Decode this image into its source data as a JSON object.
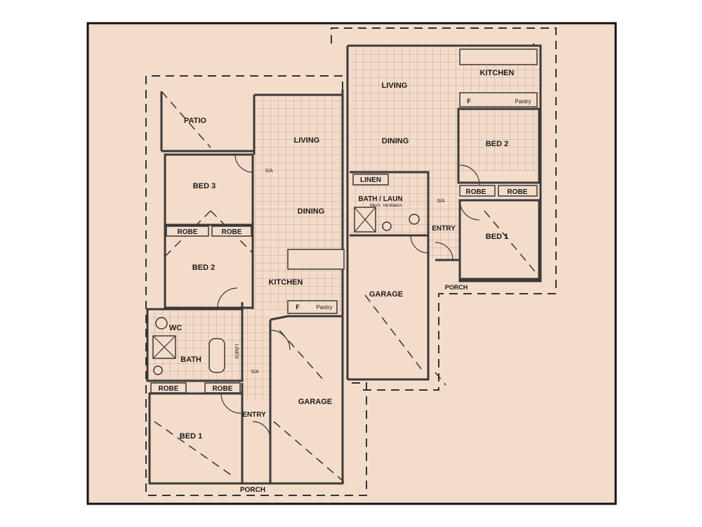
{
  "colors": {
    "paper": "#f4dccb",
    "frame": "#111111",
    "wall": "#3a3a3a",
    "tile": "#c9a896",
    "dash": "#333333"
  },
  "unit_a": {
    "patio": "PATIO",
    "living": "LIVING",
    "dining": "DINING",
    "kitchen": "KITCHEN",
    "pantry": "Pantry",
    "fridge": "F",
    "bed3": "BED 3",
    "bed2": "BED 2",
    "bed1": "BED 1",
    "robe1": "ROBE",
    "robe2": "ROBE",
    "robe3": "ROBE",
    "robe4": "ROBE",
    "wc": "WC",
    "bath": "BATH",
    "linen": "LINEN",
    "entry": "ENTRY",
    "garage": "GARAGE",
    "porch": "PORCH",
    "smoke1": "S/A",
    "smoke2": "S/A"
  },
  "unit_b": {
    "living": "LIVING",
    "dining": "DINING",
    "kitchen": "KITCHEN",
    "pantry": "Pantry",
    "fridge": "F",
    "bed2": "BED 2",
    "bed1": "BED 1",
    "robe1": "ROBE",
    "robe2": "ROBE",
    "linen": "LINEN",
    "bath_laun": "BATH / LAUN",
    "ventilation": "Mech. Ventilation",
    "entry": "ENTRY",
    "garage": "GARAGE",
    "porch": "PORCH",
    "smoke": "S/A"
  }
}
